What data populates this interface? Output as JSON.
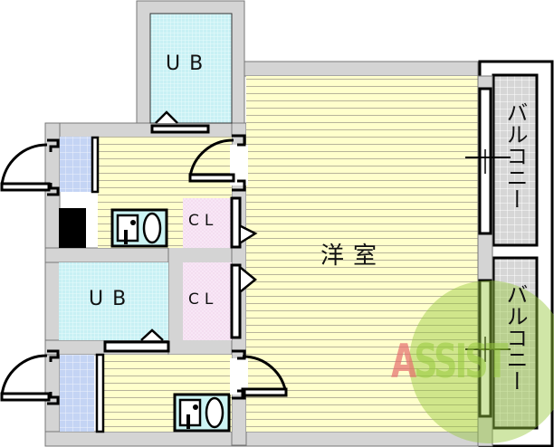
{
  "floor_plan": {
    "rooms": [
      {
        "id": "ub-top",
        "label": "UB",
        "type": "unit-bath"
      },
      {
        "id": "ub-mid",
        "label": "UB",
        "type": "unit-bath"
      },
      {
        "id": "cl-upper",
        "label": "CL",
        "type": "closet"
      },
      {
        "id": "cl-lower",
        "label": "CL",
        "type": "closet"
      },
      {
        "id": "western-room",
        "label": "洋室",
        "type": "western-style-room"
      },
      {
        "id": "balcony-top",
        "label": "バルコニー",
        "type": "balcony"
      },
      {
        "id": "balcony-bottom",
        "label": "バルコニー",
        "type": "balcony"
      }
    ],
    "watermark": {
      "text_a": "A",
      "text_rest": "SSIST"
    },
    "colors": {
      "wall": "#d4d4d4",
      "room_floor": "#ffffcc",
      "bath": "#ccf4f4",
      "closet": "#f4dcf0",
      "entry_tile": "#c8d8f4",
      "balcony": "#dcdcdc",
      "line": "#000000"
    }
  }
}
